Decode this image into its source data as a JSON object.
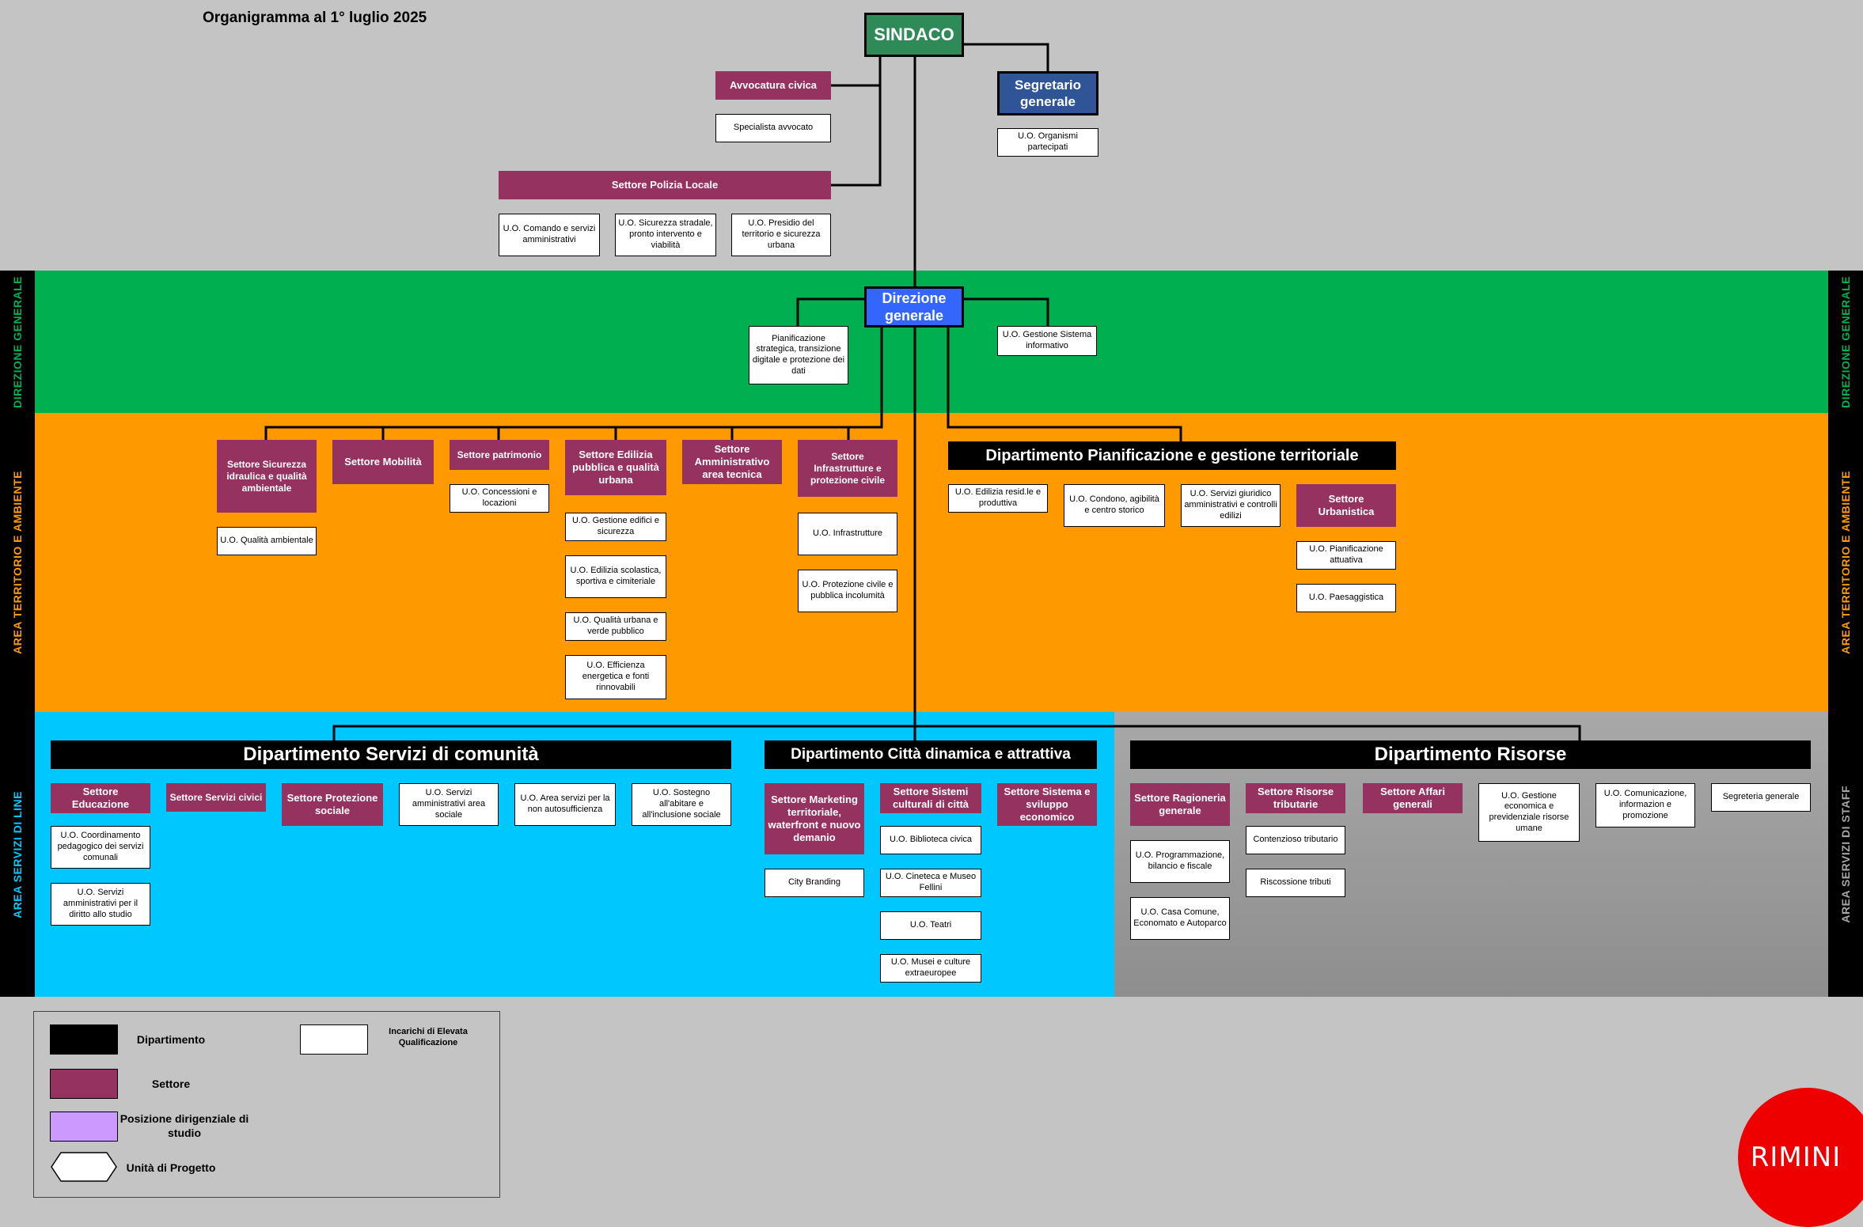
{
  "header": {
    "title": "Organigramma al 1° luglio 2025"
  },
  "colors": {
    "background": "#c4c4c4",
    "direzione": "#00b050",
    "territorio": "#ff9900",
    "servizi_line": "#00c8ff",
    "servizi_staff": "#a6a6a6",
    "settore": "#96325f",
    "sindaco": "#2e8b57",
    "segretario": "#2f5597",
    "direzione_box": "#3366ff"
  },
  "areas": {
    "direzione": "DIREZIONE GENERALE",
    "territorio": "AREA TERRITORIO E AMBIENTE",
    "line": "AREA SERVIZI DI LINE",
    "staff": "AREA SERVIZI DI STAFF"
  },
  "top": {
    "sindaco": "SINDACO",
    "segretario": "Segretario generale",
    "organismi": "U.O. Organismi partecipati",
    "avvocatura": "Avvocatura civica",
    "avvocato": "Specialista avvocato",
    "polizia": "Settore Polizia Locale",
    "polizia_uo": [
      "U.O. Comando e servizi amministrativi",
      "U.O. Sicurezza stradale, pronto intervento e viabilità",
      "U.O. Presidio del territorio e sicurezza urbana"
    ]
  },
  "direzione": {
    "name": "Direzione generale",
    "pianificazione": "Pianificazione strategica, transizione digitale e protezione dei dati",
    "sistema_informativo": "U.O. Gestione Sistema informativo"
  },
  "territorio": {
    "settori": [
      "Settore Sicurezza idraulica e qualità ambientale",
      "Settore Mobilità",
      "Settore patrimonio",
      "Settore Edilizia pubblica e qualità urbana",
      "Settore Amministrativo area tecnica",
      "Settore Infrastrutture e protezione civile"
    ],
    "uo_sicurezza": "U.O. Qualità ambientale",
    "uo_patrimonio": "U.O. Concessioni e locazioni",
    "uo_edilizia": [
      "U.O. Gestione edifici e sicurezza",
      "U.O. Edilizia scolastica, sportiva e cimiteriale",
      "U.O. Qualità urbana e verde pubblico",
      "U.O. Efficienza energetica e fonti rinnovabili"
    ],
    "uo_infrastrutture": [
      "U.O. Infrastrutture",
      "U.O. Protezione civile e pubblica incolumità"
    ],
    "dip_pianificazione": "Dipartimento Pianificazione e gestione territoriale",
    "dip_pian_uo": [
      "U.O. Edilizia resid.le e produttiva",
      "U.O. Condono, agibilità e centro storico",
      "U.O. Servizi giuridico amministrativi e controlli edilizi"
    ],
    "urbanistica": "Settore Urbanistica",
    "uo_urbanistica": [
      "U.O. Pianificazione attuativa",
      "U.O. Paesaggistica"
    ]
  },
  "comunita": {
    "name": "Dipartimento Servizi di comunità",
    "educazione": "Settore Educazione",
    "uo_educazione": [
      "U.O. Coordinamento pedagogico dei servizi comunali",
      "U.O. Servizi amministrativi per il diritto allo studio"
    ],
    "civici": "Settore Servizi civici",
    "protezione": "Settore Protezione sociale",
    "uo_comunita": [
      "U.O. Servizi amministrativi area sociale",
      "U.O. Area servizi per la non autosufficienza",
      "U.O. Sostegno all'abitare e all'inclusione sociale"
    ]
  },
  "citta": {
    "name": "Dipartimento Città dinamica e attrattiva",
    "marketing": "Settore Marketing territoriale, waterfront e nuovo demanio",
    "uo_marketing": "City Branding",
    "culturali": "Settore Sistemi culturali di città",
    "uo_culturali": [
      "U.O. Biblioteca civica",
      "U.O. Cineteca e Museo Fellini",
      "U.O. Teatri",
      "U.O. Musei e culture extraeuropee"
    ],
    "sviluppo": "Settore Sistema e sviluppo economico"
  },
  "risorse": {
    "name": "Dipartimento Risorse",
    "ragioneria": "Settore Ragioneria generale",
    "uo_ragioneria": [
      "U.O. Programmazione, bilancio e fiscale",
      "U.O. Casa Comune, Economato e Autoparco"
    ],
    "tributarie": "Settore Risorse tributarie",
    "uo_tributarie": [
      "Contenzioso tributario",
      "Riscossione tributi"
    ],
    "affari": "Settore Affari generali",
    "uo_risorse": [
      "U.O. Gestione economica e previdenziale risorse umane",
      "U.O. Comunicazione, informazion e promozione",
      "Segreteria generale"
    ]
  },
  "legend": {
    "dipartimento": "Dipartimento",
    "settore": "Settore",
    "posizione": "Posizione dirigenziale di studio",
    "progetto": "Unità di Progetto",
    "incarichi": "Incarichi di Elevata Qualificazione"
  },
  "logo": "RIMINI"
}
